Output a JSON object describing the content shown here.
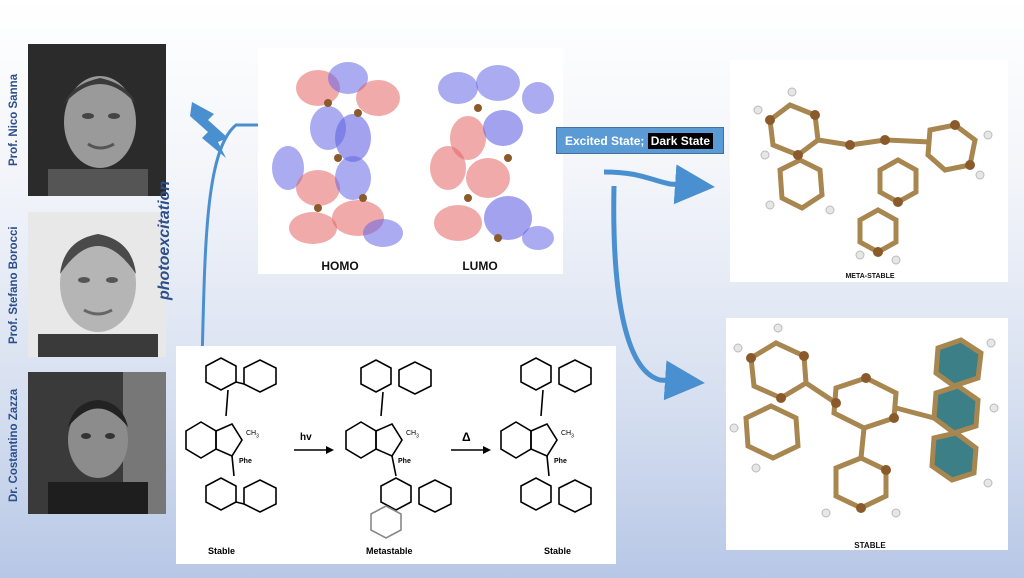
{
  "people": [
    {
      "name": "Prof. Nico Sanna"
    },
    {
      "name": "Prof. Stefano Borocci"
    },
    {
      "name": "Dr. Costantino Zazza"
    }
  ],
  "orbitals": {
    "homo": "HOMO",
    "lumo": "LUMO"
  },
  "photoexcitation_label": "photoexcitation",
  "state_badge": {
    "excited": "Excited State;",
    "dark": "Dark State"
  },
  "structures": {
    "meta_stable": "META-STABLE",
    "stable": "STABLE"
  },
  "scheme": {
    "stable_left": "Stable",
    "metastable": "Metastable",
    "stable_right": "Stable",
    "hv": "hv",
    "delta": "Δ",
    "ch3": "CH",
    "ch3_sub": "3",
    "phe": "Phe"
  },
  "colors": {
    "arrow": "#4a90d0",
    "label": "#2c4f8c",
    "atom": "#b08a55",
    "ring_fill": "#3c7f86"
  }
}
